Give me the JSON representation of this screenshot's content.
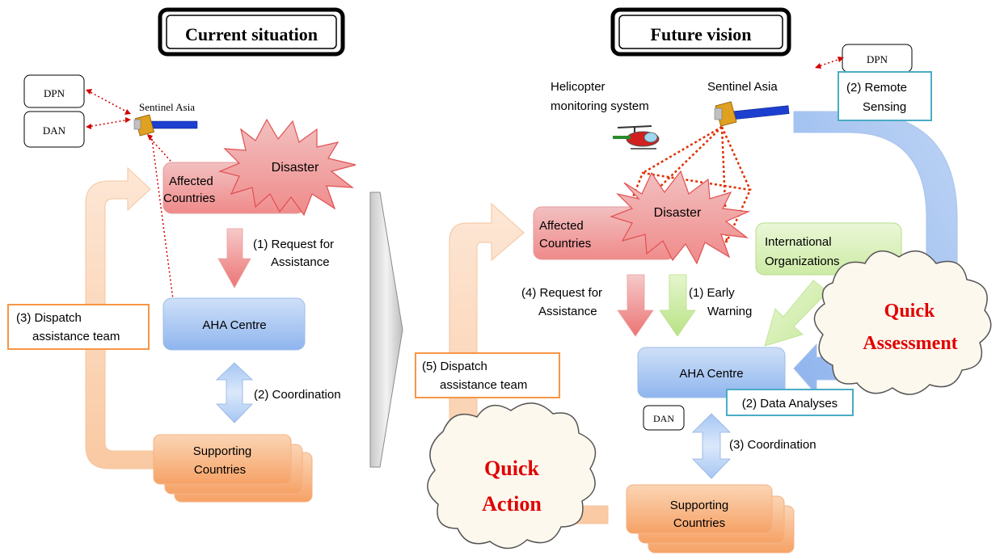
{
  "left": {
    "title": "Current situation",
    "dpn": "DPN",
    "dan": "DAN",
    "sentinel": "Sentinel Asia",
    "affected_line1": "Affected",
    "affected_line2": "Countries",
    "disaster": "Disaster",
    "request_line1": "(1) Request for",
    "request_line2": "Assistance",
    "aha": "AHA Centre",
    "dispatch_line1": "(3) Dispatch",
    "dispatch_line2": "assistance team",
    "coordination": "(2) Coordination",
    "supporting_line1": "Supporting",
    "supporting_line2": "Countries"
  },
  "right": {
    "title": "Future vision",
    "dpn": "DPN",
    "remote_line1": "(2) Remote",
    "remote_line2": "Sensing",
    "helicopter_line1": "Helicopter",
    "helicopter_line2": "monitoring system",
    "sentinel": "Sentinel Asia",
    "affected_line1": "Affected",
    "affected_line2": "Countries",
    "disaster": "Disaster",
    "intl_line1": "International",
    "intl_line2": "Organizations",
    "request_line1": "(4) Request for",
    "request_line2": "Assistance",
    "warning_line1": "(1) Early",
    "warning_line2": "Warning",
    "quick_assessment_line1": "Quick",
    "quick_assessment_line2": "Assessment",
    "dispatch_line1": "(5) Dispatch",
    "dispatch_line2": "assistance team",
    "aha": "AHA Centre",
    "data_analyses": "(2) Data Analyses",
    "dan": "DAN",
    "coordination": "(3) Coordination",
    "quick_action_line1": "Quick",
    "quick_action_line2": "Action",
    "supporting_line1": "Supporting",
    "supporting_line2": "Countries"
  },
  "colors": {
    "red_box": "#f4a6a6",
    "blue_box": "#a9c9f2",
    "orange_box": "#f9b98a",
    "green_box": "#d8f0b8",
    "quick_text": "#e00000",
    "teal_border": "#4bacc6",
    "orange_border": "#f79646"
  }
}
